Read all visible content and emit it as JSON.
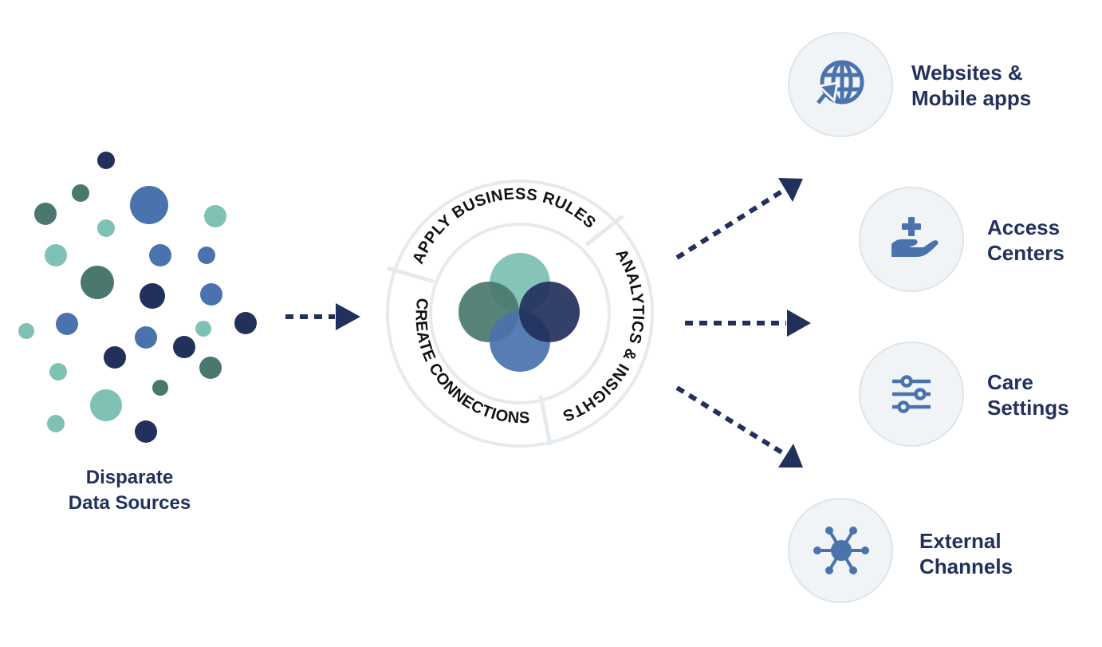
{
  "sources": {
    "label_line1": "Disparate",
    "label_line2": "Data Sources",
    "dots": [
      {
        "c": "navy"
      },
      {
        "c": "teal"
      },
      {
        "c": "teal"
      },
      {
        "c": "blue"
      },
      {
        "c": "mint"
      },
      {
        "c": "mint"
      },
      {
        "c": "mint"
      },
      {
        "c": "blue"
      },
      {
        "c": "blue"
      },
      {
        "c": "teal"
      },
      {
        "c": "blue"
      },
      {
        "c": "navy"
      },
      {
        "c": "blue"
      },
      {
        "c": "mint"
      },
      {
        "c": "navy"
      },
      {
        "c": "blue"
      },
      {
        "c": "mint"
      },
      {
        "c": "navy"
      },
      {
        "c": "navy"
      },
      {
        "c": "teal"
      },
      {
        "c": "mint"
      },
      {
        "c": "teal"
      },
      {
        "c": "mint"
      },
      {
        "c": "mint"
      },
      {
        "c": "navy"
      },
      {
        "c": "blue"
      }
    ]
  },
  "ring": {
    "segment_top": "APPLY BUSINESS RULES",
    "segment_right": "ANALYTICS & INSIGHTS",
    "segment_left": "CREATE CONNECTIONS"
  },
  "outputs": [
    {
      "icon": "globe-cursor-icon",
      "line1": "Websites &",
      "line2": "Mobile apps"
    },
    {
      "icon": "hand-plus-icon",
      "line1": "Access",
      "line2": "Centers"
    },
    {
      "icon": "sliders-icon",
      "line1": "Care",
      "line2": "Settings"
    },
    {
      "icon": "network-hub-icon",
      "line1": "External",
      "line2": "Channels"
    }
  ],
  "colors": {
    "navy": "#22305c",
    "blue": "#4a72ad",
    "teal": "#4a786e",
    "mint": "#7fc1b5",
    "ring": "#e5eaee",
    "icon_bg": "#f1f4f6",
    "icon_border": "#dfe4e8",
    "arrow": "#22305c"
  }
}
